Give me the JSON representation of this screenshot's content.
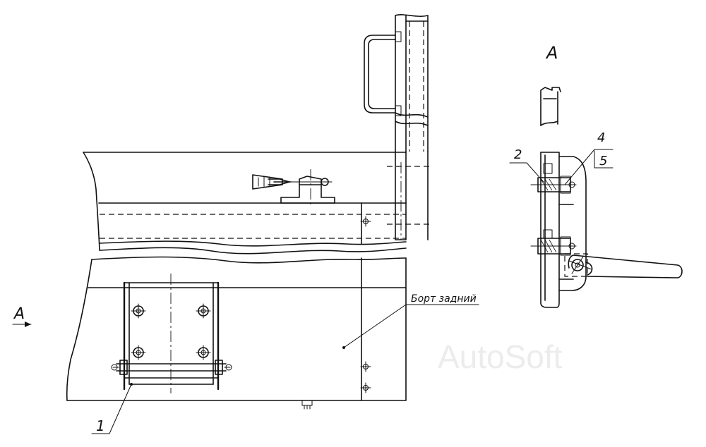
{
  "labels": {
    "view_a_main": "А",
    "view_a_side": "А",
    "tailboard": "Борт задний",
    "part_1": "1",
    "part_2": "2",
    "part_4": "4",
    "part_5": "5"
  },
  "watermark": "AutoSoft",
  "colors": {
    "line": "#111111",
    "background": "#ffffff",
    "watermark": "#ececec"
  }
}
